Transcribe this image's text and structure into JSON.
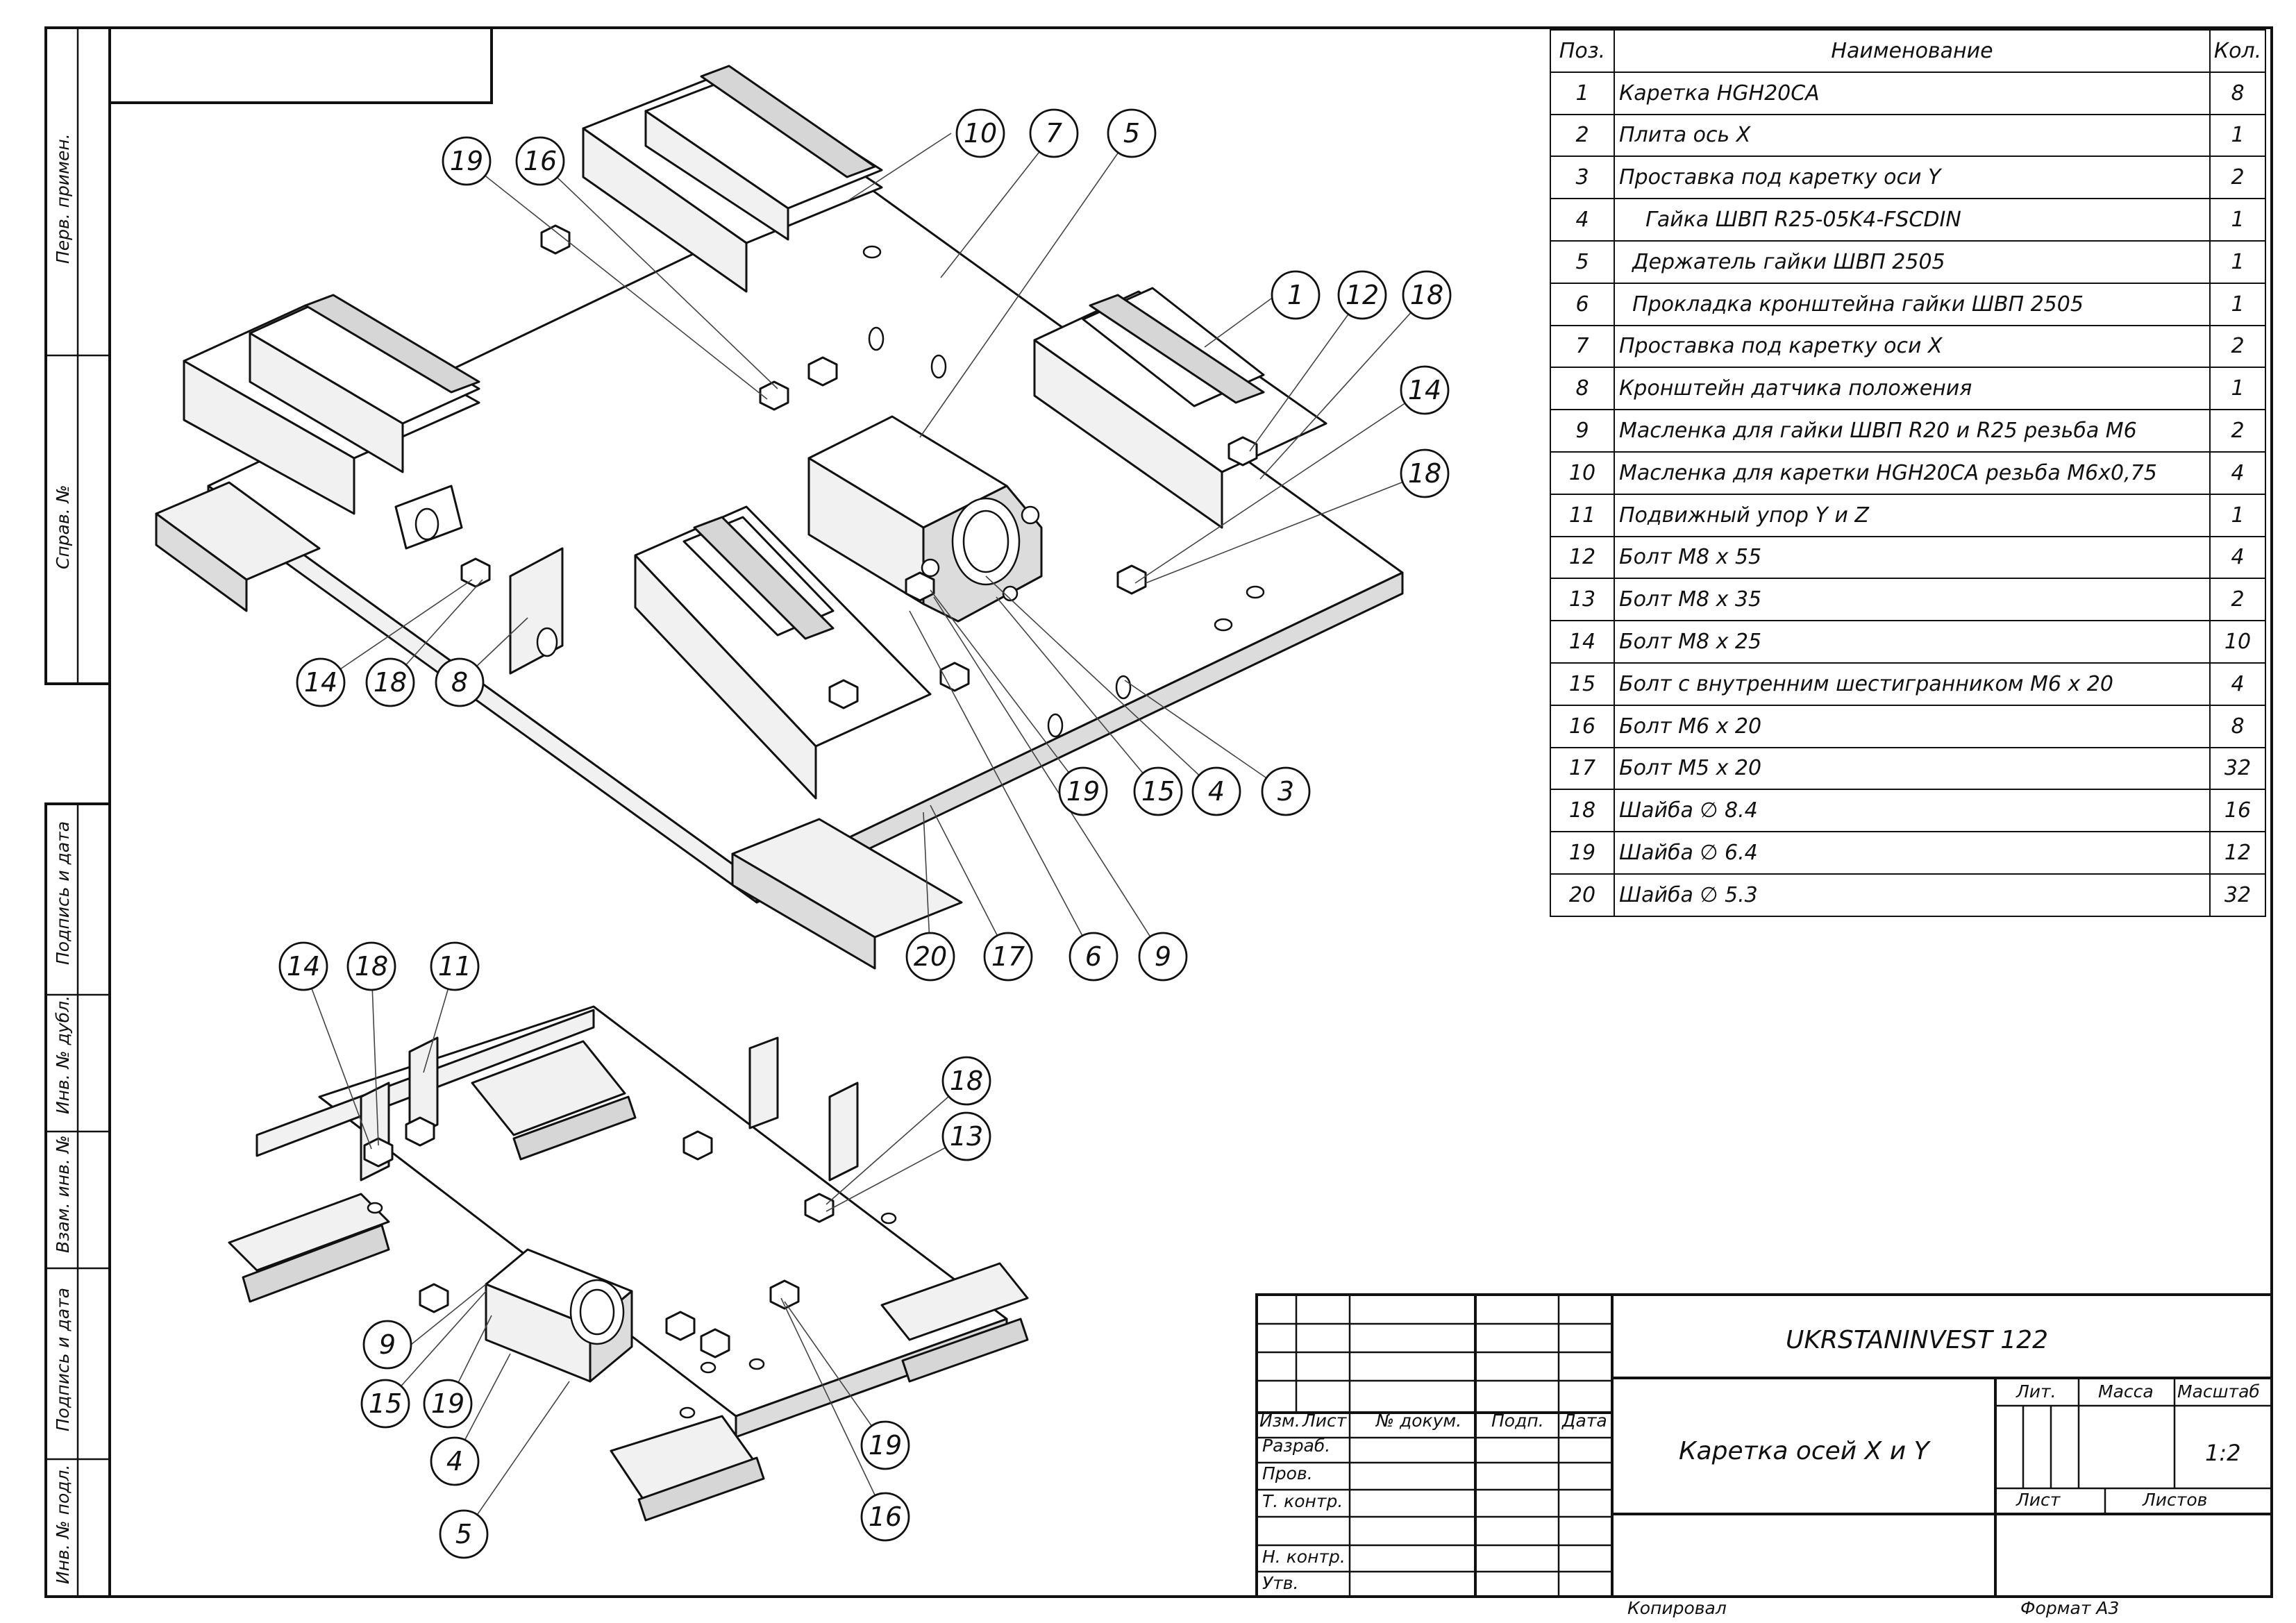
{
  "side_strip": {
    "perv_primen": "Перв. примен.",
    "sprav_no": "Справ. №",
    "podpis_data_1": "Подпись и дата",
    "inv_dubl": "Инв. № дубл.",
    "vzam_inv": "Взам. инв. №",
    "podpis_data_2": "Подпись и дата",
    "inv_podl": "Инв. № подл."
  },
  "parts_table": {
    "headers": {
      "pos": "Поз.",
      "name": "Наименование",
      "qty": "Кол."
    },
    "rows": [
      {
        "pos": "1",
        "name": "Каретка HGH20CA",
        "qty": "8"
      },
      {
        "pos": "2",
        "name": "Плита ось X",
        "qty": "1"
      },
      {
        "pos": "3",
        "name": "Проставка под каретку оси Y",
        "qty": "2"
      },
      {
        "pos": "4",
        "name": "    Гайка ШВП R25-05K4-FSCDIN",
        "qty": "1"
      },
      {
        "pos": "5",
        "name": "  Держатель гайки ШВП 2505",
        "qty": "1"
      },
      {
        "pos": "6",
        "name": "  Прокладка кронштейна гайки ШВП 2505",
        "qty": "1"
      },
      {
        "pos": "7",
        "name": "Проставка под каретку оси X",
        "qty": "2"
      },
      {
        "pos": "8",
        "name": "Кронштейн датчика положения",
        "qty": "1"
      },
      {
        "pos": "9",
        "name": "Масленка для гайки ШВП R20 и R25 резьба M6",
        "qty": "2"
      },
      {
        "pos": "10",
        "name": "Масленка для каретки HGH20CA резьба M6x0,75",
        "qty": "4"
      },
      {
        "pos": "11",
        "name": "Подвижный упор Y и Z",
        "qty": "1"
      },
      {
        "pos": "12",
        "name": "Болт M8 x 55",
        "qty": "4"
      },
      {
        "pos": "13",
        "name": "Болт M8 x 35",
        "qty": "2"
      },
      {
        "pos": "14",
        "name": "Болт M8 x 25",
        "qty": "10"
      },
      {
        "pos": "15",
        "name": "Болт с внутренним шестигранником M6 x 20",
        "qty": "4"
      },
      {
        "pos": "16",
        "name": "Болт M6 x 20",
        "qty": "8"
      },
      {
        "pos": "17",
        "name": "Болт M5 x 20",
        "qty": "32"
      },
      {
        "pos": "18",
        "name": "Шайба ∅ 8.4",
        "qty": "16"
      },
      {
        "pos": "19",
        "name": "Шайба ∅ 6.4",
        "qty": "12"
      },
      {
        "pos": "20",
        "name": "Шайба ∅ 5.3",
        "qty": "32"
      }
    ]
  },
  "title_block": {
    "designation": "UKRSTANINVEST 122",
    "title": "Каретка осей X и Y",
    "col_izm": "Изм.",
    "col_list": "Лист",
    "col_doc": "№ докум.",
    "col_podp": "Подп.",
    "col_data": "Дата",
    "razrab": "Разраб.",
    "prov": "Пров.",
    "t_kontr": "Т. контр.",
    "n_kontr": "Н. контр.",
    "utv": "Утв.",
    "lit": "Лит.",
    "massa": "Масса",
    "masshtab": "Масштаб",
    "scale": "1:2",
    "sheet": "Лист",
    "sheets": "Листов",
    "copied": "Копировал",
    "format": "Формат A3"
  },
  "callouts": {
    "top_view": [
      "19",
      "16",
      "10",
      "7",
      "5",
      "1",
      "12",
      "18",
      "14",
      "18",
      "14",
      "18",
      "8",
      "19",
      "15",
      "4",
      "3",
      "20",
      "17",
      "6",
      "9"
    ],
    "bottom_view": [
      "14",
      "18",
      "11",
      "18",
      "13",
      "9",
      "15",
      "19",
      "4",
      "5",
      "19",
      "16"
    ]
  }
}
